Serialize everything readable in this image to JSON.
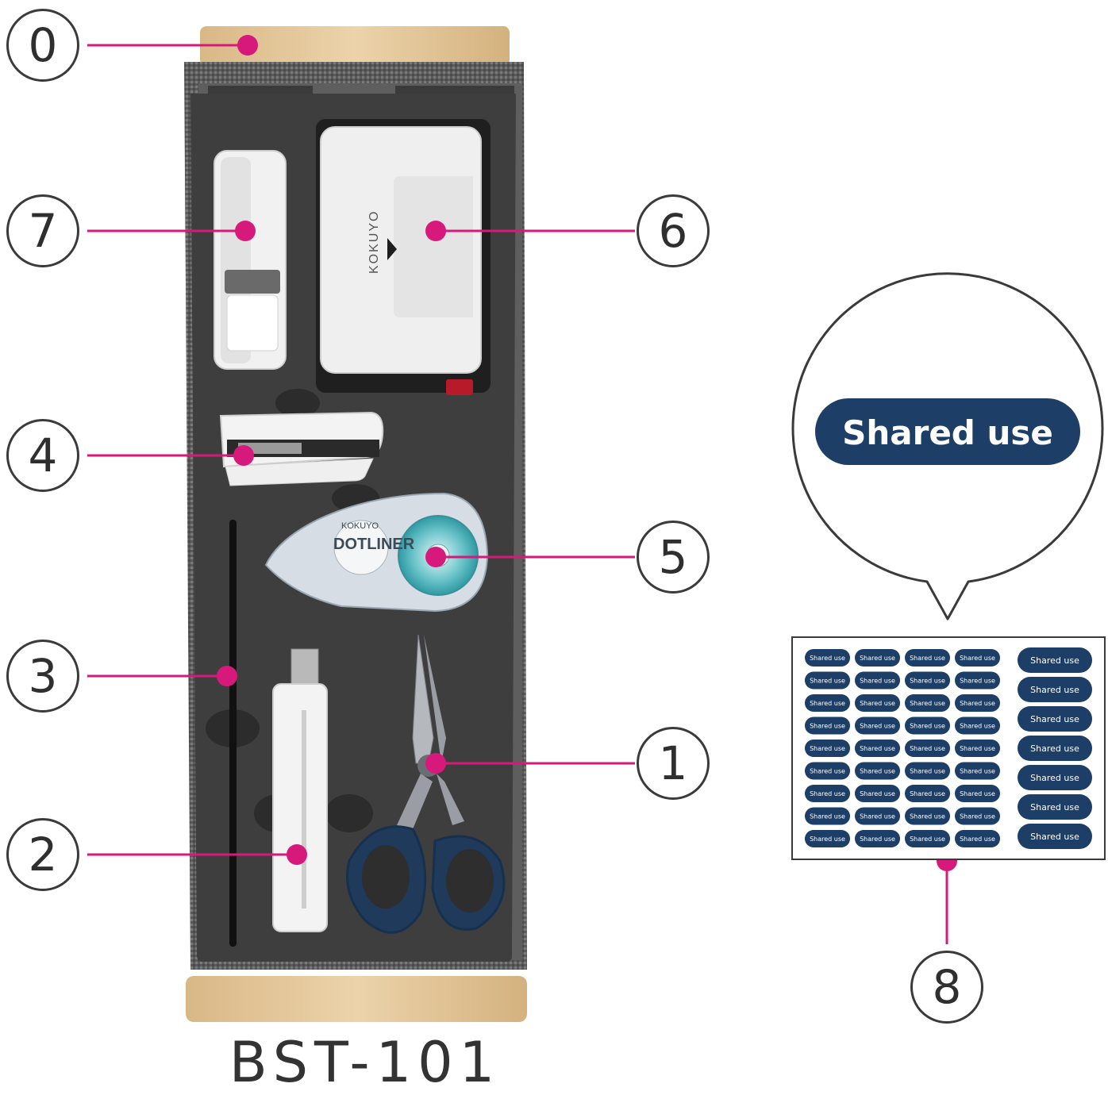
{
  "model": "BST-101",
  "callouts": [
    "0",
    "7",
    "4",
    "3",
    "2",
    "6",
    "5",
    "1",
    "8"
  ],
  "zoom_label": "Shared use",
  "sticker_label": "Shared use",
  "sticker_sheet": {
    "small_columns": 4,
    "rows": 9,
    "large_column": 7
  },
  "colors": {
    "leader": "#d6197a",
    "navy": "#1d3e66",
    "tray_felt": "#3e3e3e",
    "wood": "#e4c79b",
    "ring": "#3a3a3a"
  },
  "items": {
    "tray": "tray",
    "tape_dispenser": "tape-dispenser",
    "hole_punch": "hole-punch",
    "stapler": "stapler",
    "glue_tape": "dotliner-glue-tape",
    "ruler_rod": "rod",
    "cutter": "utility-knife",
    "scissors": "scissors",
    "stickers": "name-stickers"
  },
  "brand_text": {
    "punch": "KOKUYO",
    "glue": "DOTLINER",
    "glue_brand": "KOKUYO"
  }
}
